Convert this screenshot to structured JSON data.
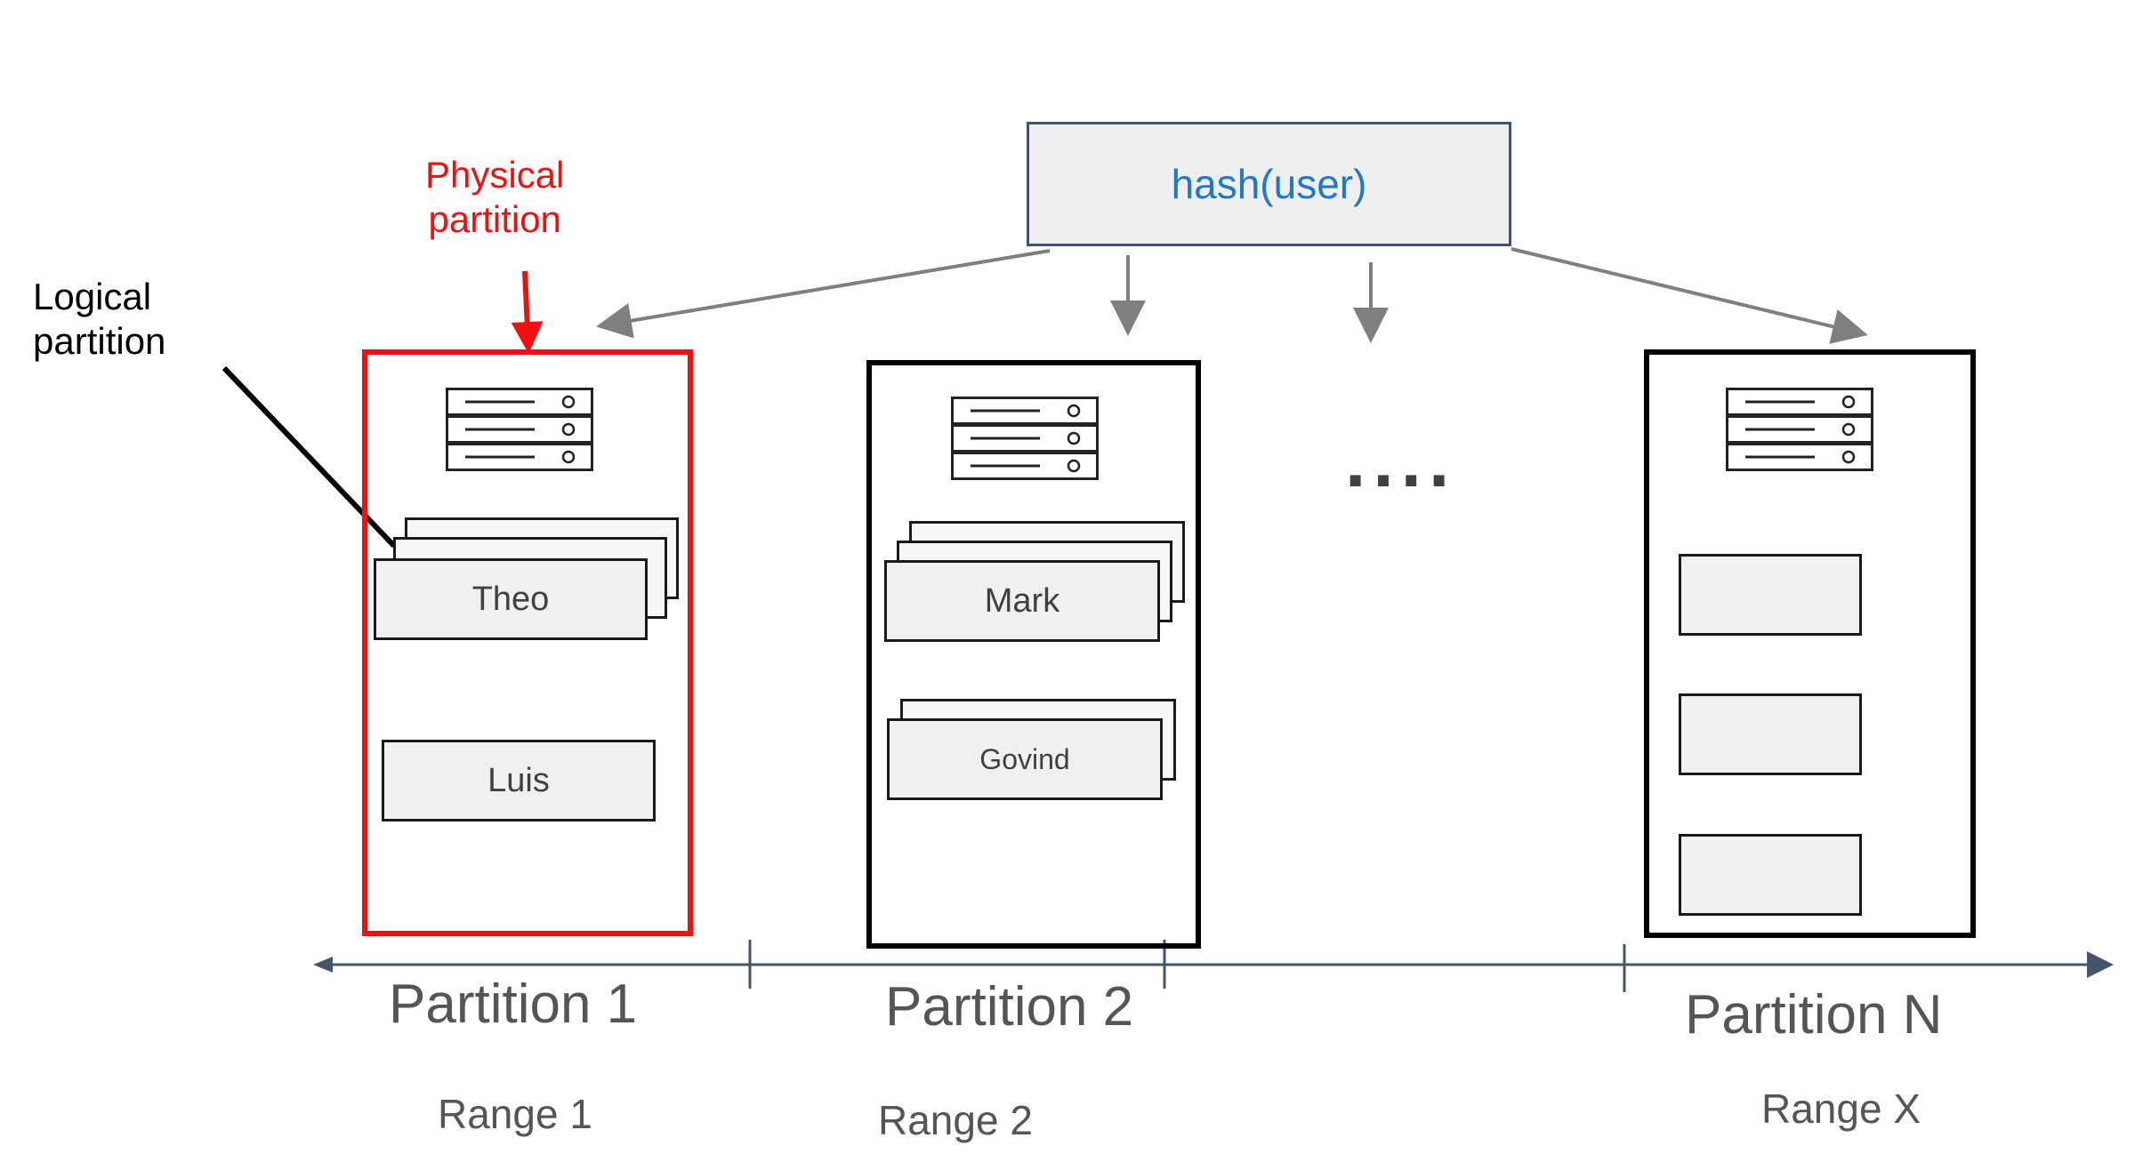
{
  "hash_box": {
    "label": "hash(user)"
  },
  "annotations": {
    "physical_line1": "Physical",
    "physical_line2": "partition",
    "logical_line1": "Logical",
    "logical_line2": "partition"
  },
  "ellipsis": "....",
  "partitions": [
    {
      "title": "Partition 1",
      "range": "Range 1",
      "physical": true,
      "items": [
        {
          "label": "Theo",
          "stack": 3
        },
        {
          "label": "Luis",
          "stack": 1
        }
      ]
    },
    {
      "title": "Partition 2",
      "range": "Range 2",
      "physical": false,
      "items": [
        {
          "label": "Mark",
          "stack": 3
        },
        {
          "label": "Govind",
          "stack": 2
        }
      ]
    },
    {
      "title": "Partition N",
      "range": "Range X",
      "physical": false,
      "items": [
        {
          "label": "",
          "stack": 1
        },
        {
          "label": "",
          "stack": 1
        },
        {
          "label": "",
          "stack": 1
        }
      ]
    }
  ],
  "colors": {
    "physical_border": "#ee1111",
    "hash_text": "#1f78c8",
    "axis": "#44546a",
    "arrow": "#7f7f7f"
  }
}
